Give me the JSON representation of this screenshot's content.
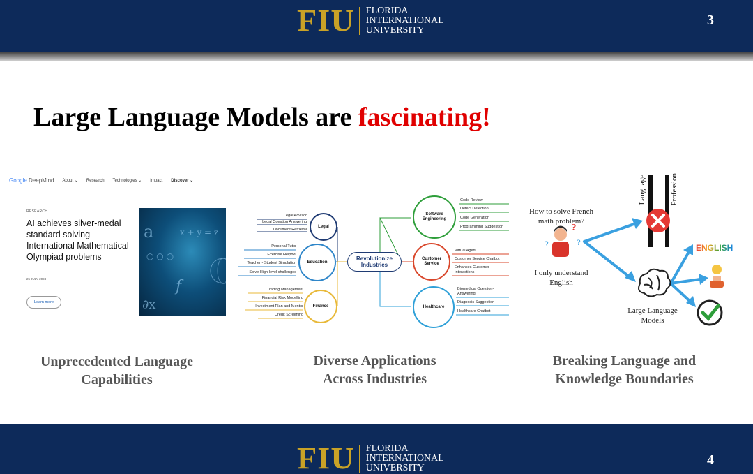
{
  "header": {
    "logo_mark": "FIU",
    "university_lines": [
      "FLORIDA",
      "INTERNATIONAL",
      "UNIVERSITY"
    ],
    "page_number": "3"
  },
  "footer": {
    "logo_mark": "FIU",
    "university_lines": [
      "FLORIDA",
      "INTERNATIONAL",
      "UNIVERSITY"
    ],
    "page_number": "4"
  },
  "slide": {
    "title_prefix": "Large Language Models are ",
    "title_highlight": "fascinating!",
    "colors": {
      "bar": "#0d2a5a",
      "gold": "#c9a227",
      "highlight": "#e00000"
    }
  },
  "panels": [
    {
      "caption_lines": [
        "Unprecedented Language",
        "Capabilities"
      ],
      "deepmind": {
        "brand_google": "Google",
        "brand_deepmind": " DeepMind",
        "nav": [
          "About ⌄",
          "Research",
          "Technologies ⌄",
          "Impact",
          "Discover ⌄"
        ],
        "label": "RESEARCH",
        "headline": "AI achieves silver-medal standard solving International Mathematical Olympiad problems",
        "date": "25 JULY 2024",
        "button": "Learn more"
      }
    },
    {
      "caption_lines": [
        "Diverse Applications",
        "Across Industries"
      ],
      "mindmap": {
        "center": "Revolutionize Industries",
        "left": [
          {
            "name": "Legal",
            "color": "#1f3b73",
            "leaves": [
              "Legal Advisor",
              "Legal Question Answering",
              "Document Retrieval"
            ]
          },
          {
            "name": "Education",
            "color": "#2f86c9",
            "leaves": [
              "Personal Tutor",
              "Exercise Helpbot",
              "Teacher - Student Simulation",
              "Solve High-level challenges"
            ]
          },
          {
            "name": "Finance",
            "color": "#e8b93a",
            "leaves": [
              "Trading Management",
              "Financial Risk Modelling",
              "Investment Plan and Mentor",
              "Credit Screening"
            ]
          }
        ],
        "right": [
          {
            "name": "Software Engineering",
            "color": "#2e9e3a",
            "leaves": [
              "Code Review",
              "Defect Detection",
              "Code Generation",
              "Programming Suggestion"
            ]
          },
          {
            "name": "Customer Service",
            "color": "#d9472b",
            "leaves": [
              "Virtual Agent",
              "Customer Service Chatbot",
              "Enhances Customer Interactions"
            ]
          },
          {
            "name": "Healthcare",
            "color": "#2fa0d8",
            "leaves": [
              "Biomedical Question-Answering",
              "Diagnosis Suggestion",
              "Healthcare Chatbot"
            ]
          }
        ]
      }
    },
    {
      "caption_lines": [
        "Breaking Language and",
        "Knowledge Boundaries"
      ],
      "figure": {
        "question": "How to solve French math problem?",
        "reply": "I only understand English",
        "model_label": "Large Language Models",
        "vertical_left": "Language",
        "vertical_right": "Profession",
        "english_word": "ENGLISH",
        "question_mark": "?"
      }
    }
  ]
}
